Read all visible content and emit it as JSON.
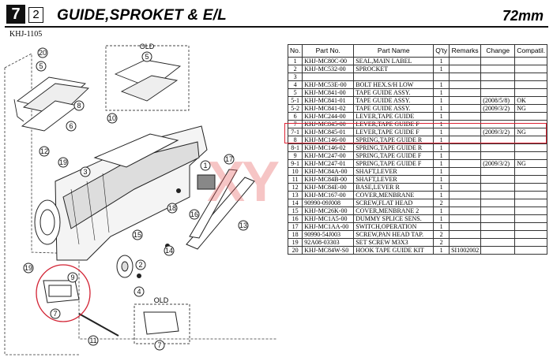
{
  "header": {
    "section_number": "7",
    "sub_number": "2",
    "title": "GUIDE,SPROKET & E/L",
    "size": "72mm",
    "code": "KHJ-1105"
  },
  "diagram": {
    "old_label": "OLD",
    "callouts": [
      "20",
      "5",
      "8",
      "10",
      "6",
      "12",
      "19",
      "3",
      "1",
      "18",
      "17",
      "16",
      "15",
      "14",
      "13",
      "9",
      "7",
      "2",
      "4",
      "11"
    ],
    "highlight_color": "#d22233"
  },
  "table": {
    "headers": [
      "No.",
      "Part No.",
      "Q'ty",
      "Remarks",
      "Change",
      "Compatil."
    ],
    "rows": [
      {
        "no": "1",
        "part_no": "KHJ-MC80C-00",
        "name": "SEAL,MAIN LABEL",
        "qty": "1",
        "remarks": "",
        "change": "",
        "compat": ""
      },
      {
        "no": "2",
        "part_no": "KHJ-MC532-00",
        "name": "SPROCKET",
        "qty": "1",
        "remarks": "",
        "change": "",
        "compat": ""
      },
      {
        "no": "3",
        "part_no": "",
        "name": "",
        "qty": "",
        "remarks": "",
        "change": "",
        "compat": ""
      },
      {
        "no": "4",
        "part_no": "KHJ-MC53E-00",
        "name": "BOLT HEX.S/H LOW",
        "qty": "1",
        "remarks": "",
        "change": "",
        "compat": ""
      },
      {
        "no": "5",
        "part_no": "KHJ-MC841-00",
        "name": "TAPE GUIDE ASSY.",
        "qty": "1",
        "remarks": "",
        "change": "",
        "compat": ""
      },
      {
        "no": "5-1",
        "part_no": "KHJ-MC841-01",
        "name": "TAPE GUIDE ASSY.",
        "qty": "1",
        "remarks": "",
        "change": "(2008/5/8)",
        "compat": "OK"
      },
      {
        "no": "5-2",
        "part_no": "KHJ-MC841-02",
        "name": "TAPE GUIDE ASSY.",
        "qty": "1",
        "remarks": "",
        "change": "(2009/3/2)",
        "compat": "NG"
      },
      {
        "no": "6",
        "part_no": "KHJ-MC244-00",
        "name": "LEVER,TAPE GUIDE",
        "qty": "1",
        "remarks": "",
        "change": "",
        "compat": ""
      },
      {
        "no": "7",
        "part_no": "KHJ-MC845-00",
        "name": "LEVER,TAPE GUIDE F",
        "qty": "1",
        "remarks": "",
        "change": "",
        "compat": ""
      },
      {
        "no": "7-1",
        "part_no": "KHJ-MC845-01",
        "name": "LEVER,TAPE GUIDE F",
        "qty": "1",
        "remarks": "",
        "change": "(2009/3/2)",
        "compat": "NG"
      },
      {
        "no": "8",
        "part_no": "KHJ-MC146-00",
        "name": "SPRING,TAPE GUIDE R",
        "qty": "1",
        "remarks": "",
        "change": "",
        "compat": ""
      },
      {
        "no": "8-1",
        "part_no": "KHJ-MC146-02",
        "name": "SPRING,TAPE GUIDE R",
        "qty": "1",
        "remarks": "",
        "change": "",
        "compat": ""
      },
      {
        "no": "9",
        "part_no": "KHJ-MC247-00",
        "name": "SPRING,TAPE GUIDE F",
        "qty": "1",
        "remarks": "",
        "change": "",
        "compat": ""
      },
      {
        "no": "9-1",
        "part_no": "KHJ-MC247-01",
        "name": "SPRING,TAPE GUIDE F",
        "qty": "1",
        "remarks": "",
        "change": "(2009/3/2)",
        "compat": "NG"
      },
      {
        "no": "10",
        "part_no": "KHJ-MC84A-00",
        "name": "SHAFT,LEVER",
        "qty": "1",
        "remarks": "",
        "change": "",
        "compat": ""
      },
      {
        "no": "11",
        "part_no": "KHJ-MC84B-00",
        "name": "SHAFT,LEVER",
        "qty": "1",
        "remarks": "",
        "change": "",
        "compat": ""
      },
      {
        "no": "12",
        "part_no": "KHJ-MC84E-00",
        "name": "BASE,LEVER R",
        "qty": "1",
        "remarks": "",
        "change": "",
        "compat": ""
      },
      {
        "no": "13",
        "part_no": "KHJ-MC167-00",
        "name": "COVER,MENBRANE",
        "qty": "1",
        "remarks": "",
        "change": "",
        "compat": ""
      },
      {
        "no": "14",
        "part_no": "90990-09J008",
        "name": "SCREW,FLAT HEAD",
        "qty": "2",
        "remarks": "",
        "change": "",
        "compat": ""
      },
      {
        "no": "15",
        "part_no": "KHJ-MC26K-00",
        "name": "COVER,MENBRANE 2",
        "qty": "1",
        "remarks": "",
        "change": "",
        "compat": ""
      },
      {
        "no": "16",
        "part_no": "KHJ-MC1A5-00",
        "name": "DUMMY SPLICE SENS.",
        "qty": "1",
        "remarks": "",
        "change": "",
        "compat": ""
      },
      {
        "no": "17",
        "part_no": "KHJ-MC1AA-00",
        "name": "SWITCH,OPERATION",
        "qty": "1",
        "remarks": "",
        "change": "",
        "compat": ""
      },
      {
        "no": "18",
        "part_no": "90990-54J003",
        "name": "SCREW,PAN HEAD TAP.",
        "qty": "2",
        "remarks": "",
        "change": "",
        "compat": ""
      },
      {
        "no": "19",
        "part_no": "92A08-03303",
        "name": "SET SCREW  M3X3",
        "qty": "2",
        "remarks": "",
        "change": "",
        "compat": ""
      },
      {
        "no": "20",
        "part_no": "KHJ-MC84W-S0",
        "name": "HOOK TAPE GUIDE KIT",
        "qty": "1",
        "remarks": "SI1002002",
        "change": "",
        "compat": ""
      }
    ]
  },
  "watermark": "XY"
}
